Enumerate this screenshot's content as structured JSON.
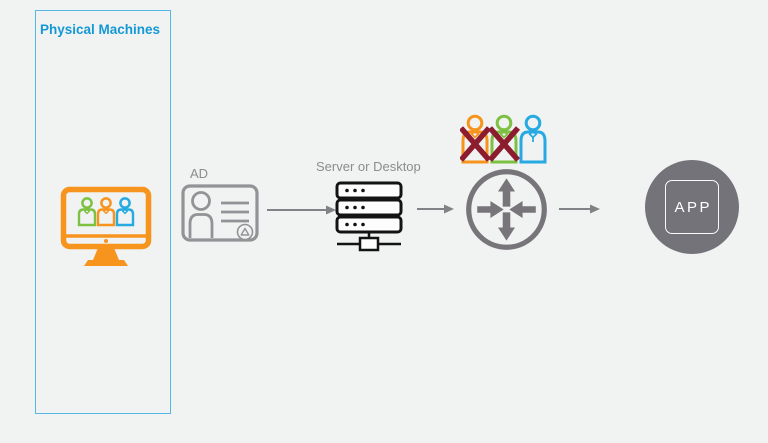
{
  "title_box": {
    "label": "Physical Machines"
  },
  "labels": {
    "ad": "AD",
    "server": "Server or Desktop",
    "app": "APP"
  },
  "colors": {
    "background": "#F1F2F2",
    "box_border": "#56B7E6",
    "box_label_blue": "#1499D6",
    "orange": "#F7941E",
    "green": "#7DC142",
    "blue": "#27AAE1",
    "icon_gray": "#919396",
    "router_gray": "#77757A",
    "app_gray": "#75737A",
    "server_black": "#131313",
    "blocked_x_red": "#8B1D2E",
    "arrow_gray": "#808285",
    "label_gray": "#8A8C8E",
    "app_text_white": "#FFFFFF"
  },
  "monitor_users": [
    {
      "color": "green"
    },
    {
      "color": "orange"
    },
    {
      "color": "blue"
    }
  ],
  "router_users": [
    {
      "color": "orange",
      "blocked": true
    },
    {
      "color": "green",
      "blocked": true
    },
    {
      "color": "blue",
      "blocked": false
    }
  ],
  "flow": [
    "physical-machines-monitor",
    "ad-card",
    "server-or-desktop",
    "router-firewall",
    "app"
  ]
}
